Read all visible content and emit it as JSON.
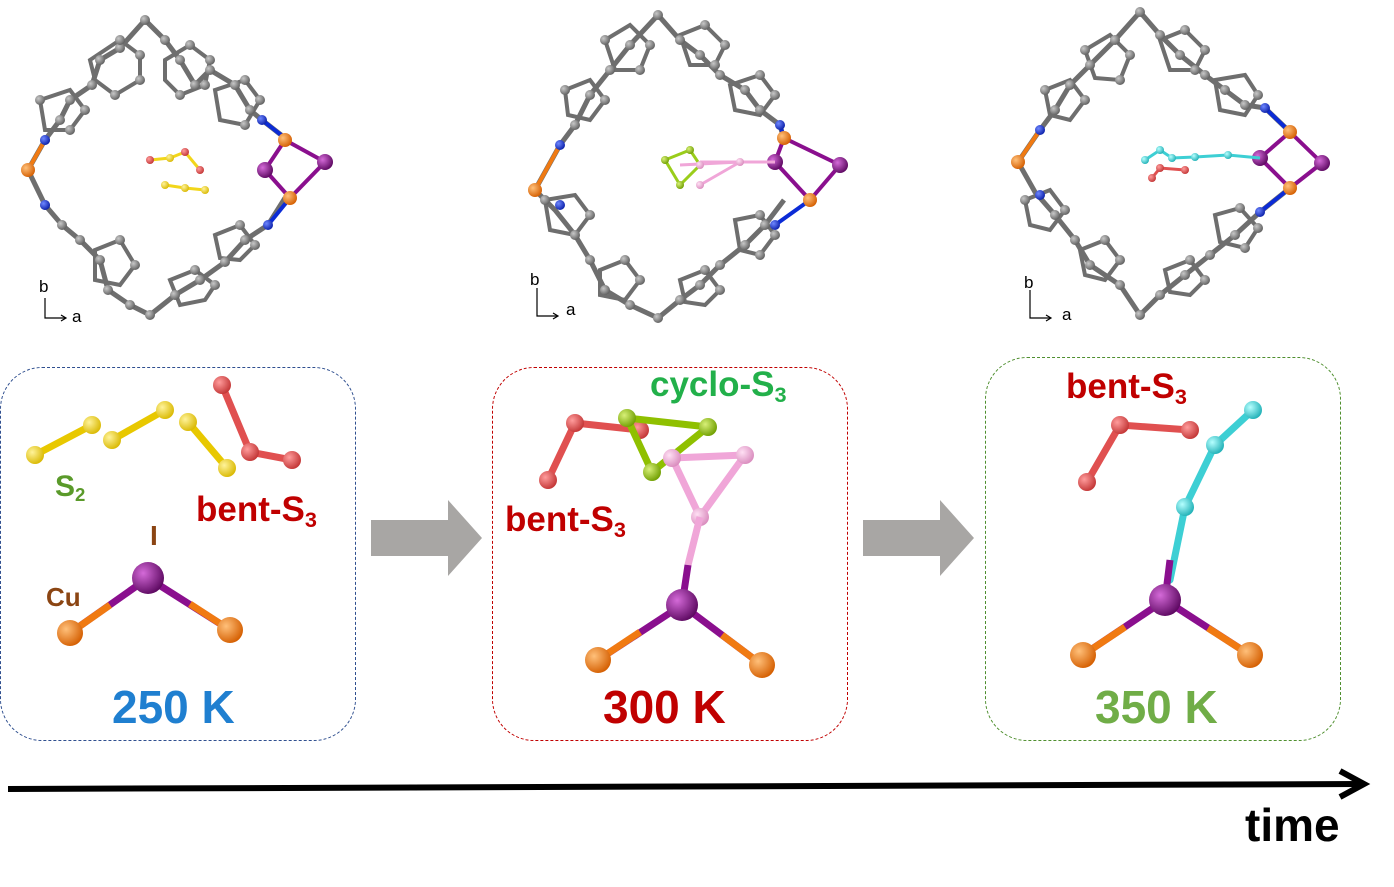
{
  "colors": {
    "carbon": "#7f7f7f",
    "nitrogen": "#0b2bd6",
    "copper": "#f07a12",
    "iodine": "#8a0f8e",
    "sulfur_s2": "#f2d61a",
    "bent_s3": "#e05050",
    "cyclo_s3_green": "#9acd1a",
    "cyclo_s3_pink": "#f0a6d8",
    "linear_s3_cyan": "#3dcfd4",
    "arrow_gray": "#a8a6a4",
    "label_red": "#c00000",
    "label_green_dark": "#5a9a2a",
    "label_green_bright": "#22b04a",
    "label_brown": "#8b4513",
    "temp_blue": "#1f7fd0",
    "temp_red": "#c00000",
    "temp_green": "#70ad47",
    "panel_blue": "#2f4f8f",
    "panel_red": "#c00000",
    "panel_green": "#4f8f2f"
  },
  "stages": [
    {
      "temperature": "250 K",
      "axis_b": "b",
      "axis_a": "a",
      "labels": {
        "s2": "S",
        "s2_sub": "2",
        "bent": "bent-S",
        "bent_sub": "3",
        "iodine": "I",
        "copper": "Cu"
      }
    },
    {
      "temperature": "300 K",
      "axis_b": "b",
      "axis_a": "a",
      "labels": {
        "cyclo": "cyclo-S",
        "cyclo_sub": "3",
        "bent": "bent-S",
        "bent_sub": "3"
      }
    },
    {
      "temperature": "350 K",
      "axis_b": "b",
      "axis_a": "a",
      "labels": {
        "bent": "bent-S",
        "bent_sub": "3"
      }
    }
  ],
  "time_label": "time"
}
